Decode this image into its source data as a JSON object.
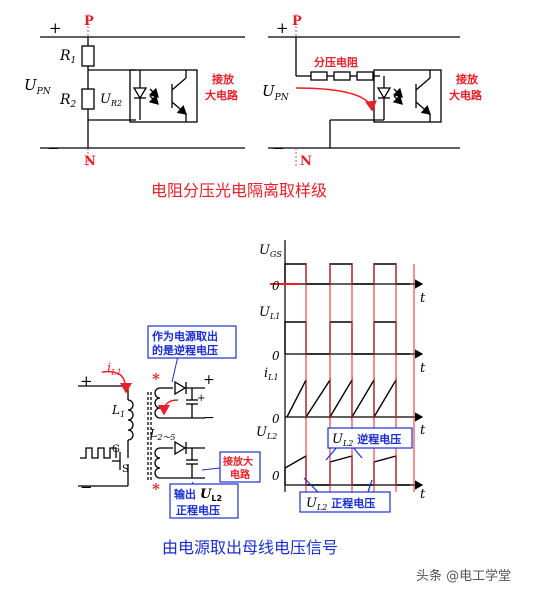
{
  "top": {
    "left_circuit": {
      "plus": "+",
      "minus": "−",
      "p": "P",
      "n": "N",
      "r1": "R",
      "r1_sub": "1",
      "r2": "R",
      "r2_sub": "2",
      "upn": "U",
      "upn_sub": "PN",
      "ur2": "U",
      "ur2_sub": "R2",
      "amp1": "接放",
      "amp2": "大电路"
    },
    "right_circuit": {
      "plus": "+",
      "minus": "−",
      "p": "P",
      "n": "N",
      "divider": "分压电阻",
      "upn": "U",
      "upn_sub": "PN",
      "amp1": "接放",
      "amp2": "大电路"
    },
    "caption": "电阻分压光电隔离取样级"
  },
  "bottom": {
    "circuit": {
      "callout1_l1": "作为电源取出",
      "callout1_l2": "的是逆程电压",
      "il1": "i",
      "il1_sub": "L1",
      "l1": "L",
      "l1_sub": "1",
      "l2": "L",
      "l2_sub": "2～5",
      "g": "G",
      "s": "S",
      "plus_a": "+",
      "plus_b": "+",
      "plus_c": "+",
      "minus_a": "−",
      "minus_b": "−",
      "star": "*",
      "amp1": "接放大",
      "amp2": "电路",
      "out1": "输出",
      "out_u": "U",
      "out_u_sub": "L2",
      "out2": "正程电压"
    },
    "waves": {
      "ugs": "U",
      "ugs_sub": "GS",
      "ul1": "U",
      "ul1_sub": "L1",
      "il1": "i",
      "il1_sub": "L1",
      "ul2": "U",
      "ul2_sub": "L2",
      "zero": "0",
      "t": "t",
      "rev_u": "U",
      "rev_sub": "L2",
      "rev_text": " 逆程电压",
      "fwd_u": "U",
      "fwd_sub": "L2",
      "fwd_text": " 正程电压"
    },
    "caption": "由电源取出母线电压信号"
  },
  "watermark": "头条 @电工学堂",
  "colors": {
    "red": "#e8202a",
    "blue": "#1b2fd1",
    "black": "#000000"
  }
}
